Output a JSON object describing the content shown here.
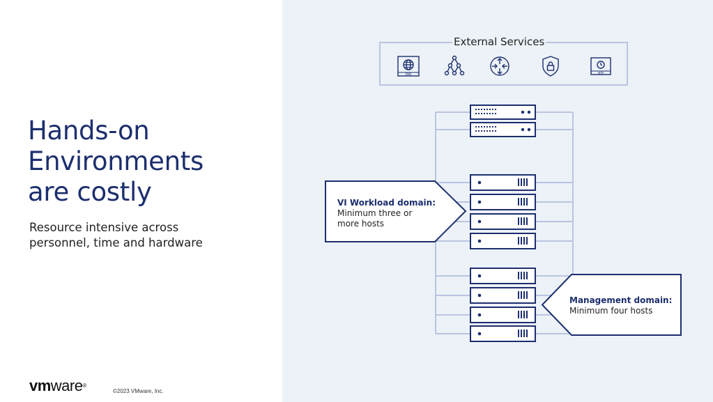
{
  "slide": {
    "title_lines": [
      "Hands-on",
      "Environments",
      "are costly"
    ],
    "subtitle_lines": [
      "Resource intensive across",
      "personnel, time and hardware"
    ]
  },
  "brand": {
    "logo_bold": "vm",
    "logo_regular": "ware",
    "logo_mark": "®",
    "copyright": "©2023 VMware, Inc."
  },
  "external_services": {
    "label": "External Services",
    "icons": [
      {
        "name": "dns-icon",
        "caption": "DNS"
      },
      {
        "name": "network-tree-icon",
        "caption": ""
      },
      {
        "name": "router-icon",
        "caption": ""
      },
      {
        "name": "security-shield-icon",
        "caption": ""
      },
      {
        "name": "ntp-icon",
        "caption": "NTP"
      }
    ]
  },
  "callouts": {
    "vi_workload": {
      "heading": "VI Workload domain:",
      "line1": "Minimum three or",
      "line2": "more hosts"
    },
    "management": {
      "heading": "Management domain:",
      "line1": "Minimum four hosts"
    }
  },
  "colors": {
    "navy": "#1c2e6e",
    "panel_bg": "#edf2f8",
    "connector": "#b9c4e0"
  }
}
